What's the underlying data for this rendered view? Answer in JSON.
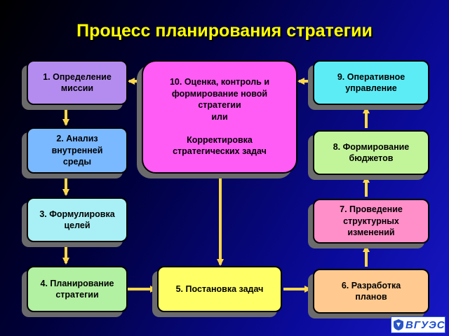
{
  "title": "Процесс планирования стратегии",
  "boxes": [
    {
      "id": "b1",
      "text": "1. Определение\nмиссии",
      "color": "#b48cf0"
    },
    {
      "id": "b2",
      "text": "2. Анализ\nвнутренней\nсреды",
      "color": "#7ab8ff"
    },
    {
      "id": "b3",
      "text": "3. Формулировка\nцелей",
      "color": "#a8f0f5"
    },
    {
      "id": "b4",
      "text": "4. Планирование\nстратегии",
      "color": "#b2f0a2"
    },
    {
      "id": "b5",
      "text": "5. Постановка задач",
      "color": "#ffff66"
    },
    {
      "id": "b6",
      "text": "6. Разработка\nпланов",
      "color": "#ffc98f"
    },
    {
      "id": "b7",
      "text": "7. Проведение\nструктурных\nизменений",
      "color": "#ff8fc8"
    },
    {
      "id": "b8",
      "text": "8. Формирование\nбюджетов",
      "color": "#c2f59a"
    },
    {
      "id": "b9",
      "text": "9. Оперативное\nуправление",
      "color": "#5cecf5"
    },
    {
      "id": "b10",
      "text": "10. Оценка, контроль и\nформирование новой\nстратегии\nили\n\nКорректировка\nстратегических задач",
      "color": "#ff5cf5"
    }
  ],
  "arrow_color": "#ffd84a",
  "logo": {
    "text": "ВГУЭС",
    "color": "#1f4fd0"
  }
}
